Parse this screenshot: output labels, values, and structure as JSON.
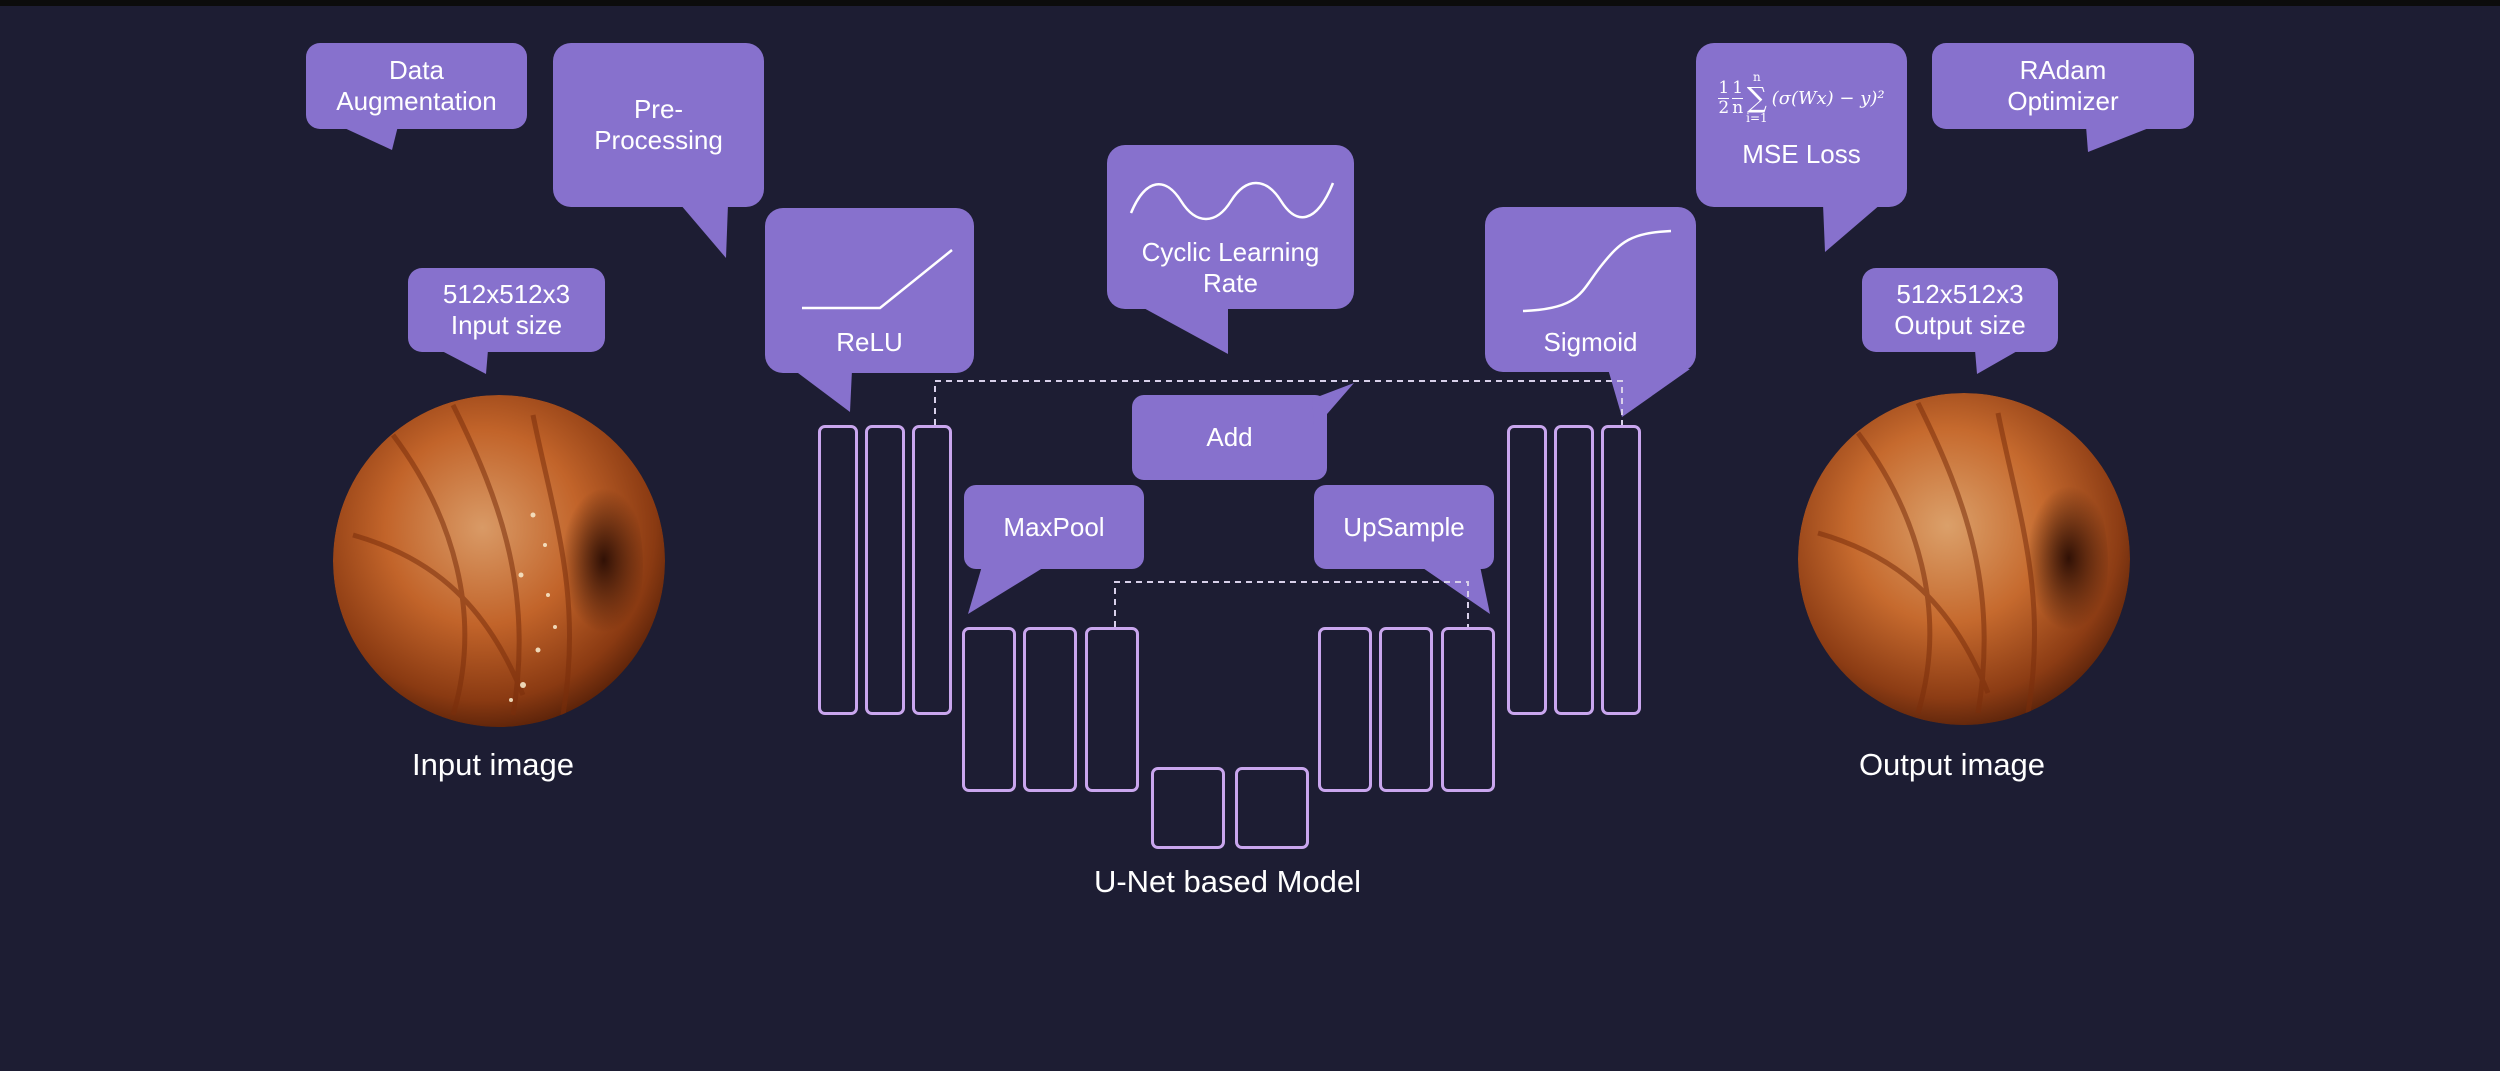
{
  "bubbles": {
    "data_augmentation": [
      "Data",
      "Augmentation"
    ],
    "pre_processing": [
      "Pre-",
      "Processing"
    ],
    "input_size": [
      "512x512x3",
      "Input size"
    ],
    "relu": "ReLU",
    "cyclic_lr": [
      "Cyclic Learning",
      "Rate"
    ],
    "add": "Add",
    "maxpool": "MaxPool",
    "upsample": "UpSample",
    "sigmoid": "Sigmoid",
    "mse_loss": "MSE Loss",
    "radam": [
      "RAdam",
      "Optimizer"
    ],
    "output_size": [
      "512x512x3",
      "Output size"
    ]
  },
  "formula": {
    "frac1_num": "1",
    "frac1_den": "2",
    "frac2_num": "1",
    "frac2_den": "n",
    "sum_upper": "n",
    "sum_lower": "i=1",
    "body": "(σ(Wx) − y)²"
  },
  "captions": {
    "input_image": "Input image",
    "output_image": "Output image",
    "model": "U-Net based Model"
  },
  "icons": {
    "relu": "relu-curve-icon",
    "cyclic_lr": "sine-wave-icon",
    "sigmoid": "sigmoid-curve-icon"
  },
  "colors": {
    "background": "#1d1d33",
    "bubble": "#8771cd",
    "layer_outline": "#c9a6ee",
    "text": "#ffffff"
  }
}
